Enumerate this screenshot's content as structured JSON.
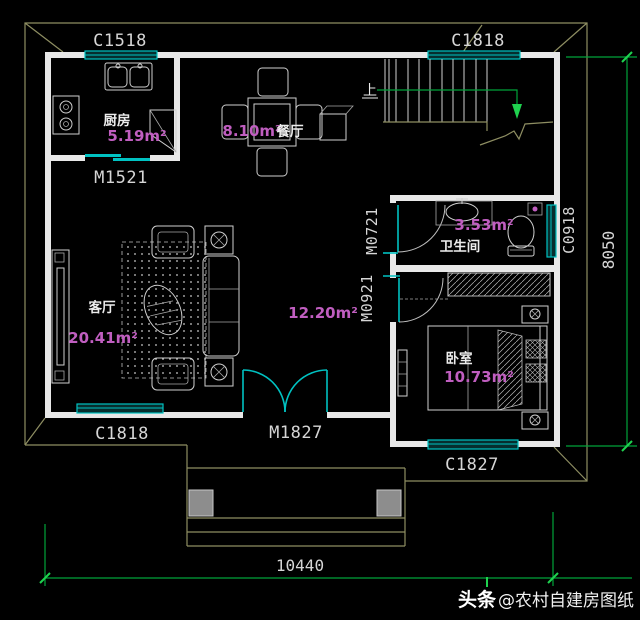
{
  "colors": {
    "bg": "#000000",
    "wall": "#e8e8e8",
    "line": "#cfcfcf",
    "cyan": "#00c2c2",
    "magenta": "#c05ec0",
    "green": "#00a33a",
    "greenbright": "#1fd24f",
    "eave": "#8e8e62",
    "text": "#d6d6d6",
    "column": "#8d8d8d"
  },
  "watermark": {
    "platform": "头条",
    "account": "@农村自建房图纸"
  },
  "dimensions": {
    "overall_width": "10440",
    "overall_depth": "8050"
  },
  "stairs": {
    "up_label": "上"
  },
  "rooms": {
    "kitchen": {
      "name": "厨房",
      "area": "5.19m²"
    },
    "dining": {
      "name": "餐厅",
      "area": "8.10m²"
    },
    "living": {
      "name": "客厅",
      "area": "20.41m²"
    },
    "bathroom": {
      "name": "卫生间",
      "area": "3.53m²"
    },
    "bedroom": {
      "name": "卧室",
      "area": "10.73m²"
    },
    "hall": {
      "area": "12.20m²"
    }
  },
  "openings": {
    "window_kitchen": "C1518",
    "window_stairs": "C1818",
    "window_living": "C1818",
    "window_bedroom": "C1827",
    "window_bathroom": "C0918",
    "door_kitchen": "M1521",
    "door_entry": "M1827",
    "door_bathroom": "M0721",
    "door_bedroom": "M0921"
  }
}
